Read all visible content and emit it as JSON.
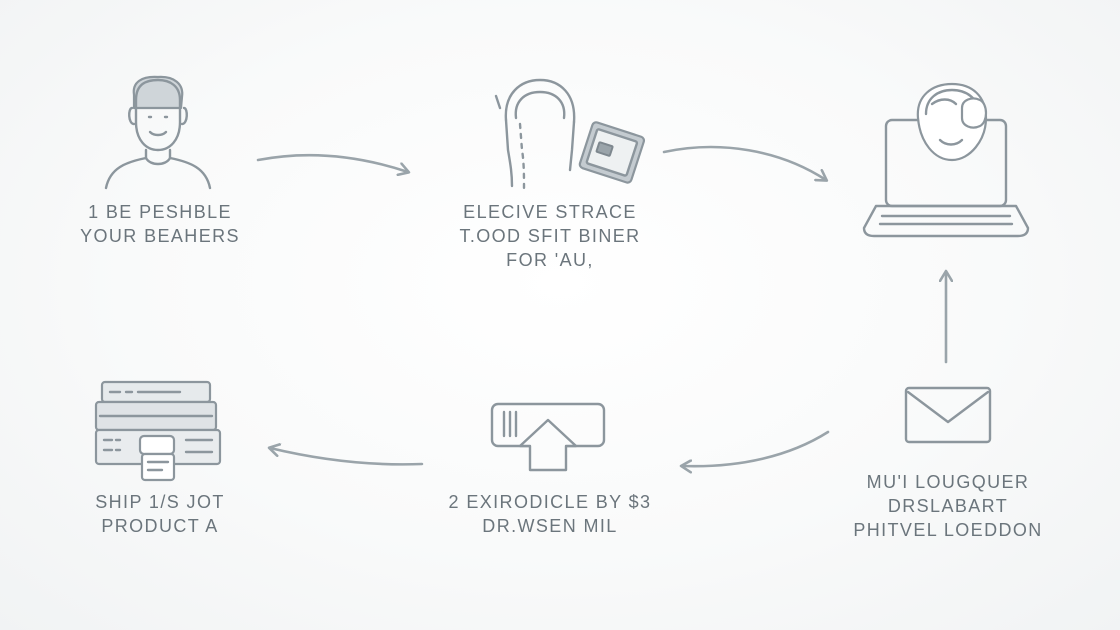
{
  "nodes": {
    "customer": {
      "lines": [
        "1 BE PESHBLE",
        "YOUR BEAHERS"
      ]
    },
    "agent": {
      "lines": [
        "ELECIVE STRACE",
        "T.OOD SFIT BINER",
        "FOR 'AU,"
      ]
    },
    "computer": {
      "lines": []
    },
    "mail": {
      "lines": [
        "MU'I LOUGQUER",
        "DRSLABART",
        "PHITVEL LOEDDON"
      ]
    },
    "checkout": {
      "lines": [
        "2 EXIRODICLE BY $3",
        "DR.WSEN MIL"
      ]
    },
    "shipping": {
      "lines": [
        "SHIP 1/S JOT",
        "PRODUCT A"
      ]
    }
  },
  "colors": {
    "stroke": "#8c969d",
    "arrow": "#9aa4aa",
    "text": "#6b757c",
    "background": "#fbfcfc"
  },
  "icons": {
    "customer": "person-icon",
    "agent": "headset-agent-icon",
    "computer": "laptop-support-icon",
    "mail": "envelope-icon",
    "checkout": "upload-tray-icon",
    "shipping": "printer-stack-icon"
  }
}
